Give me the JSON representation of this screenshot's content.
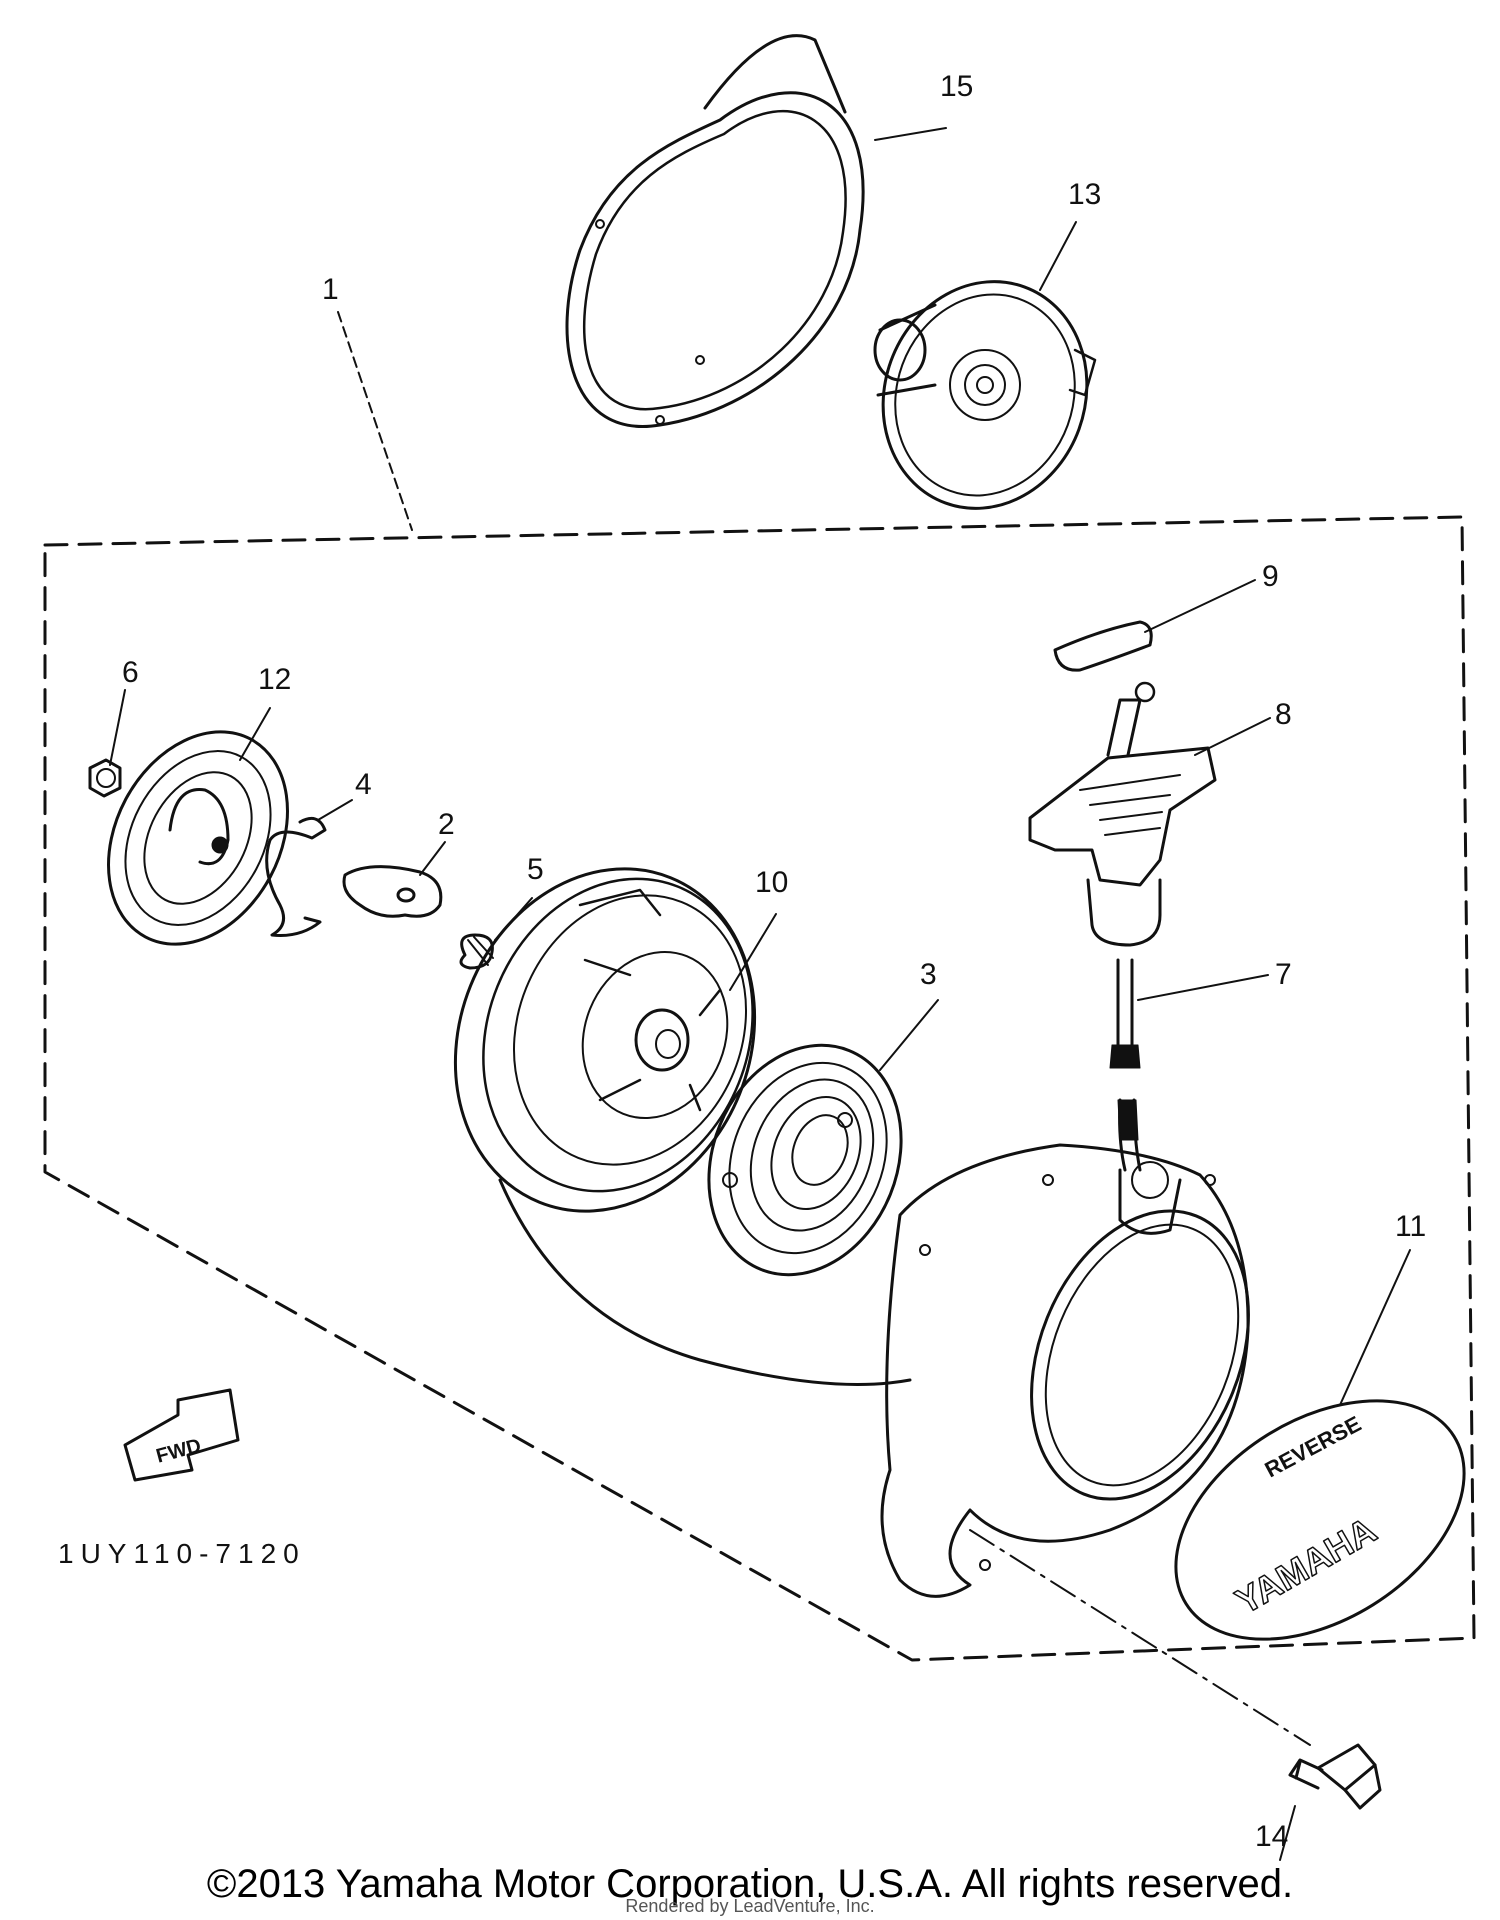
{
  "callouts": [
    {
      "id": "1",
      "label": "1"
    },
    {
      "id": "2",
      "label": "2"
    },
    {
      "id": "3",
      "label": "3"
    },
    {
      "id": "4",
      "label": "4"
    },
    {
      "id": "5",
      "label": "5"
    },
    {
      "id": "6",
      "label": "6"
    },
    {
      "id": "7",
      "label": "7"
    },
    {
      "id": "8",
      "label": "8"
    },
    {
      "id": "9",
      "label": "9"
    },
    {
      "id": "10",
      "label": "10"
    },
    {
      "id": "11",
      "label": "11"
    },
    {
      "id": "12",
      "label": "12"
    },
    {
      "id": "13",
      "label": "13"
    },
    {
      "id": "14",
      "label": "14"
    },
    {
      "id": "15",
      "label": "15"
    }
  ],
  "fwd_label": "FWD",
  "drawing_code": "1UY110-7120",
  "cover_text": {
    "top": "REVERSE",
    "brand": "YAMAHA"
  },
  "copyright": "©2013 Yamaha Motor Corporation, U.S.A. All rights reserved.",
  "rendered_by": "Rendered by LeadVenture, Inc."
}
